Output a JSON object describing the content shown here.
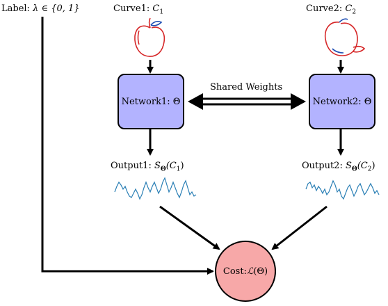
{
  "label": {
    "text": "Label: ",
    "math": "λ ∈ {0, 1}"
  },
  "curve1": {
    "text": "Curve1: ",
    "math": "C",
    "sub": "1"
  },
  "curve2": {
    "text": "Curve2: ",
    "math": "C",
    "sub": "2"
  },
  "network1": {
    "text": "Network1: Θ"
  },
  "network2": {
    "text": "Network2: Θ"
  },
  "shared_weights": "Shared Weights",
  "output1": {
    "text": "Output1: ",
    "math": "S",
    "math_sub": "Θ",
    "arg": "(C",
    "arg_sub": "1",
    "close": ")"
  },
  "output2": {
    "text": "Output2: ",
    "math": "S",
    "math_sub": "Θ",
    "arg": "(C",
    "arg_sub": "2",
    "close": ")"
  },
  "cost": {
    "text": "Cost: ",
    "math": "ℒ",
    "arg": "(Θ)"
  },
  "colors": {
    "network_fill": "#b3b3ff",
    "cost_fill": "#f7a8a8",
    "signal": "#2a7fb5",
    "apple_red": "#d62728",
    "apple_blue": "#1f4fb4"
  }
}
